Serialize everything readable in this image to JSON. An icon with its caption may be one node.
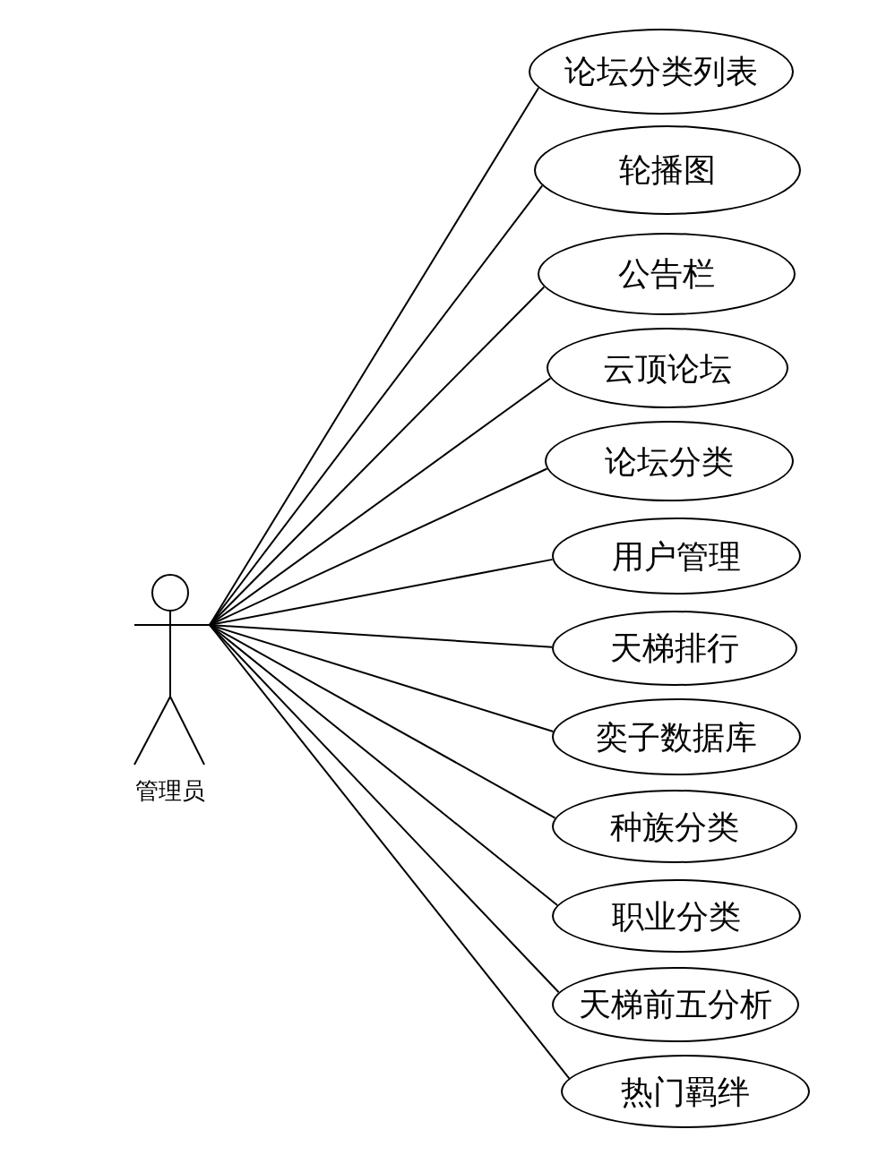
{
  "diagram": {
    "nodes": [
      {
        "text": [
          "管理员"
        ]
      },
      {
        "text": [
          "论坛分类列表"
        ]
      },
      {
        "text": [
          "轮播图"
        ]
      },
      {
        "text": [
          "公告栏"
        ]
      },
      {
        "text": [
          "云顶论坛"
        ]
      },
      {
        "text": [
          "论坛分类"
        ]
      },
      {
        "text": [
          "用户管理"
        ]
      },
      {
        "text": [
          "天梯排行"
        ]
      },
      {
        "text": [
          "奕子数据库"
        ]
      },
      {
        "text": [
          "种族分类"
        ]
      },
      {
        "text": [
          "职业分类"
        ]
      },
      {
        "text": [
          "天梯前五分析"
        ]
      },
      {
        "text": [
          "热门羁绊"
        ]
      }
    ],
    "edges": [
      {
        "from": 0,
        "to": 1,
        "arrow": "none"
      },
      {
        "from": 0,
        "to": 2,
        "arrow": "none"
      },
      {
        "from": 0,
        "to": 3,
        "arrow": "none"
      },
      {
        "from": 0,
        "to": 4,
        "arrow": "none"
      },
      {
        "from": 0,
        "to": 5,
        "arrow": "none"
      },
      {
        "from": 0,
        "to": 6,
        "arrow": "none"
      },
      {
        "from": 0,
        "to": 7,
        "arrow": "none"
      },
      {
        "from": 0,
        "to": 8,
        "arrow": "none"
      },
      {
        "from": 0,
        "to": 9,
        "arrow": "none"
      },
      {
        "from": 0,
        "to": 10,
        "arrow": "none"
      },
      {
        "from": 0,
        "to": 11,
        "arrow": "none"
      },
      {
        "from": 0,
        "to": 12,
        "arrow": "none"
      }
    ]
  }
}
